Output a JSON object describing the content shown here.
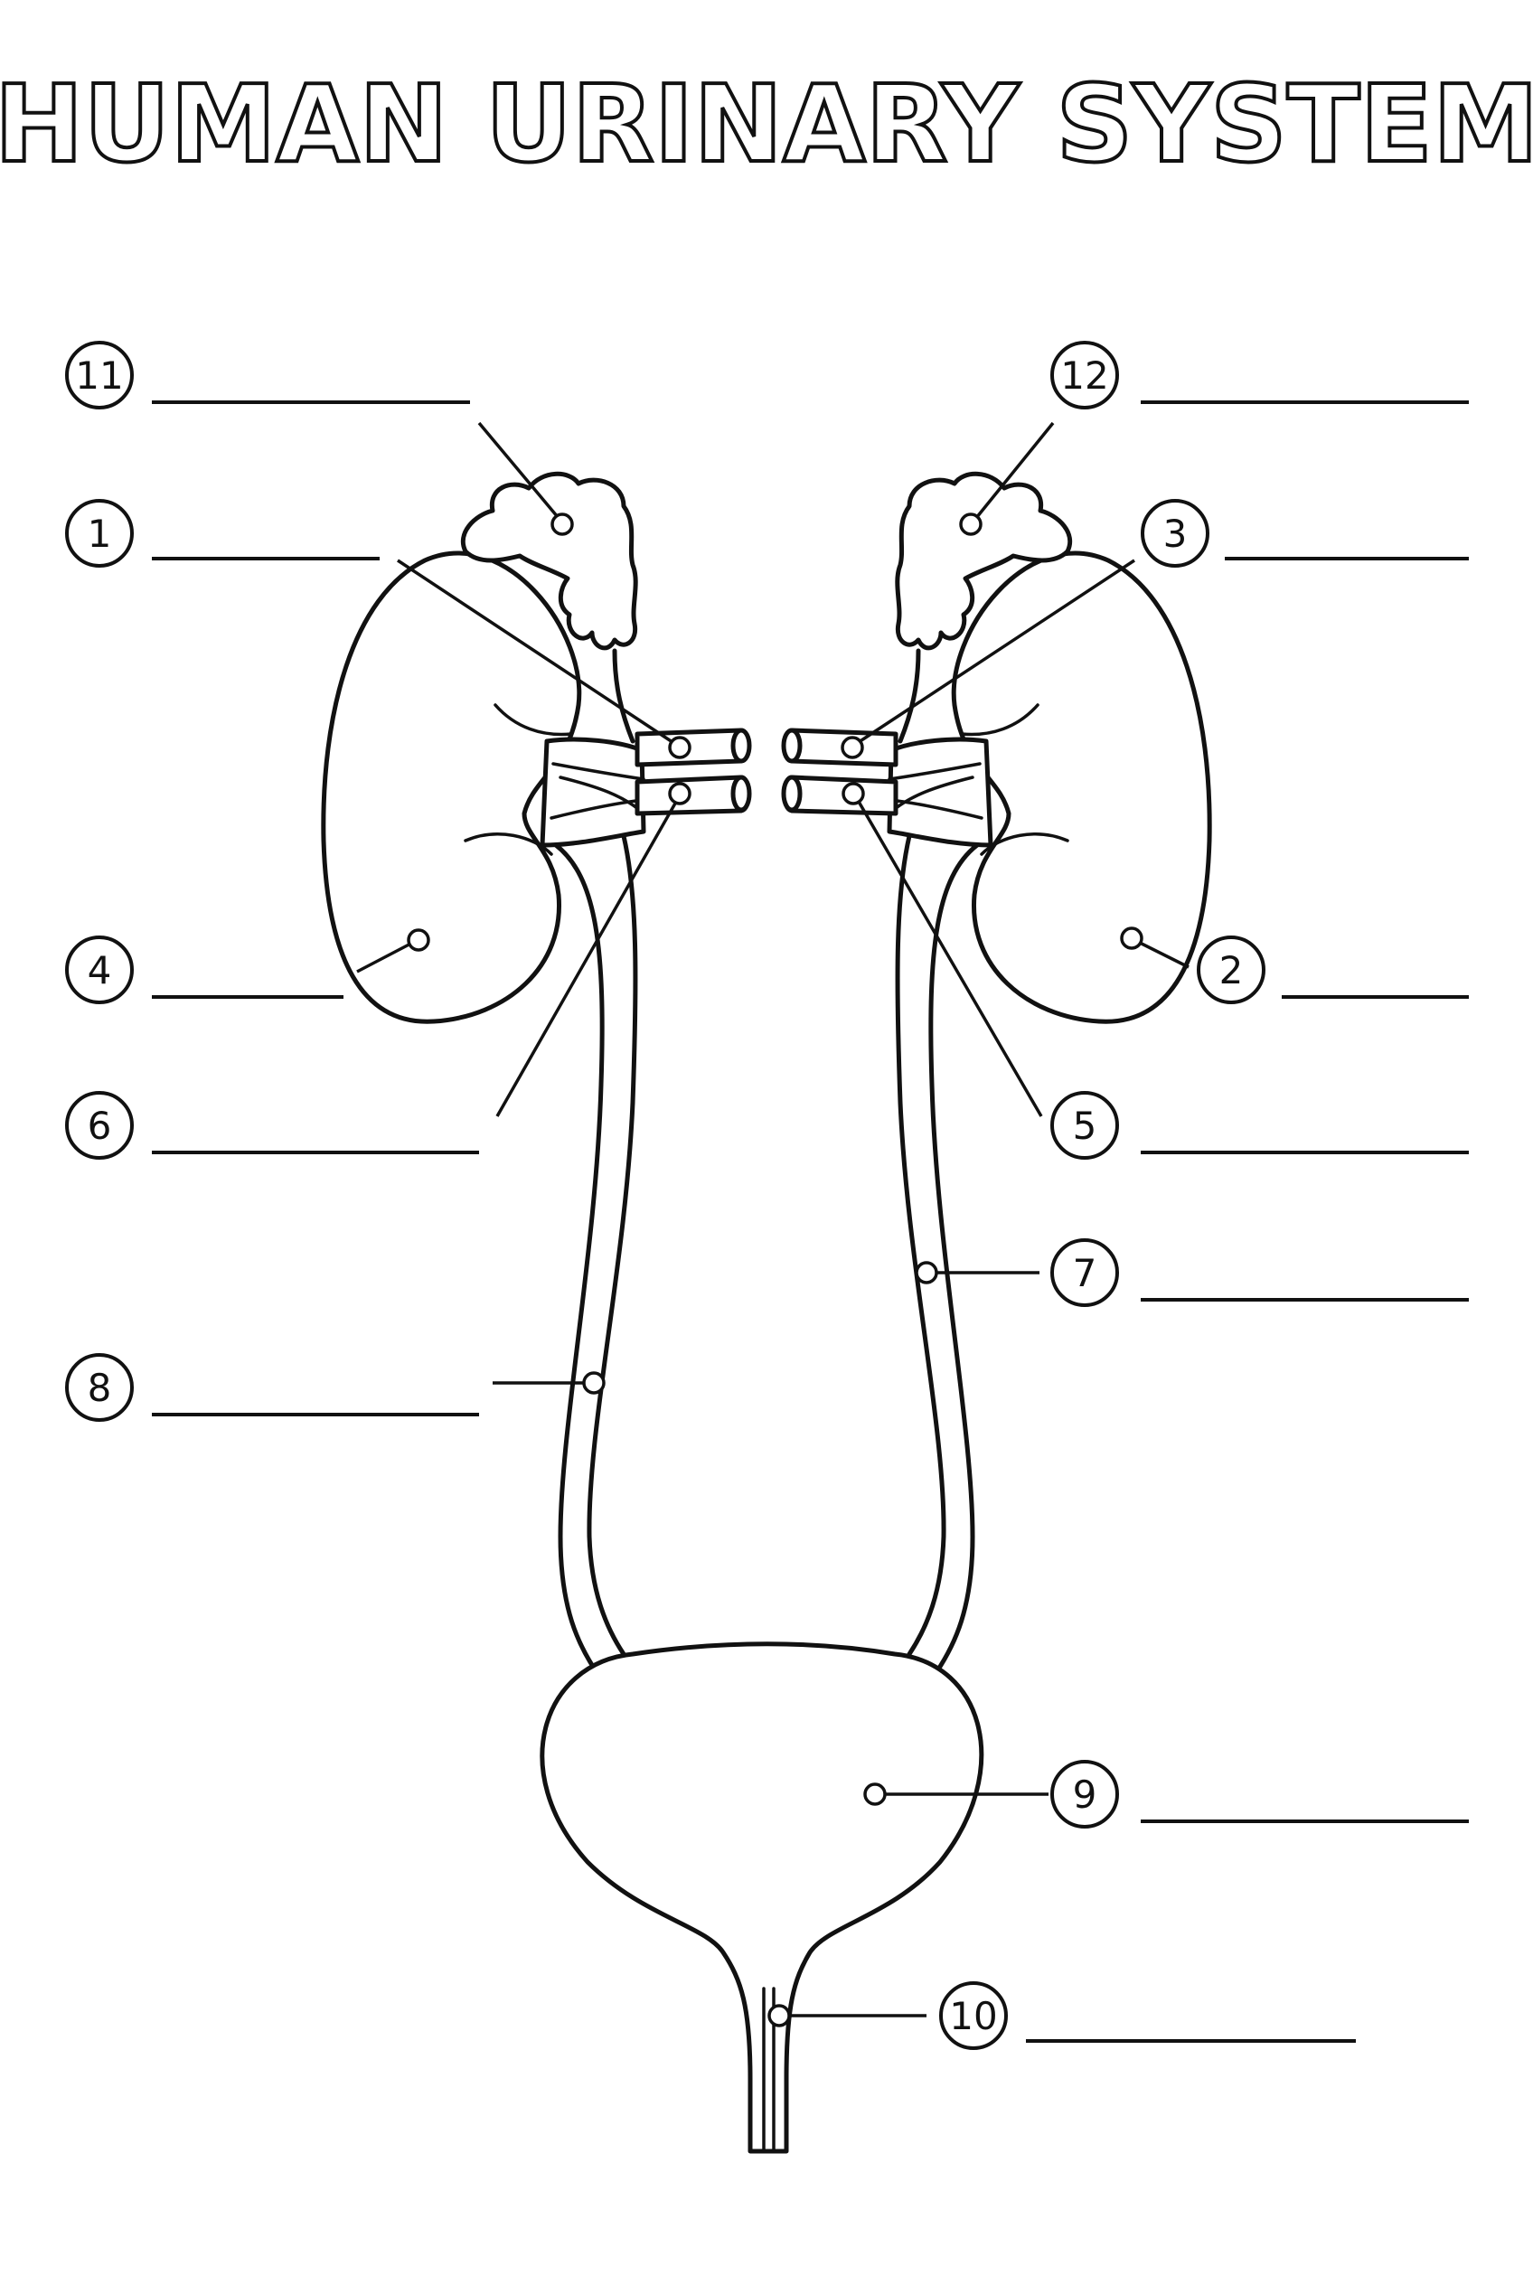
{
  "title": "HUMAN URINARY SYSTEM",
  "labels": [
    {
      "id": "11",
      "number": "11"
    },
    {
      "id": "1",
      "number": "1"
    },
    {
      "id": "4",
      "number": "4"
    },
    {
      "id": "6",
      "number": "6"
    },
    {
      "id": "8",
      "number": "8"
    },
    {
      "id": "12",
      "number": "12"
    },
    {
      "id": "3",
      "number": "3"
    },
    {
      "id": "2",
      "number": "2"
    },
    {
      "id": "5",
      "number": "5"
    },
    {
      "id": "7",
      "number": "7"
    },
    {
      "id": "9",
      "number": "9"
    },
    {
      "id": "10",
      "number": "10"
    }
  ]
}
